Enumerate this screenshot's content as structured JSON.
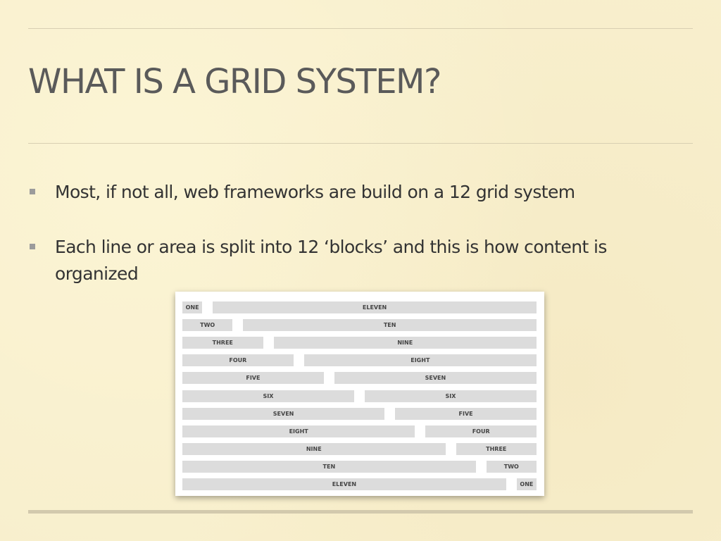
{
  "slide": {
    "title": "WHAT IS A GRID SYSTEM?",
    "bullets": [
      "Most, if not all, web frameworks are build on a 12 grid system",
      "Each line or area is split into 12 ‘blocks’ and this is how content is organized"
    ]
  },
  "grid_figure": {
    "rows": [
      {
        "left": "ONE",
        "right": "ELEVEN",
        "left_span": 1
      },
      {
        "left": "TWO",
        "right": "TEN",
        "left_span": 2
      },
      {
        "left": "THREE",
        "right": "NINE",
        "left_span": 3
      },
      {
        "left": "FOUR",
        "right": "EIGHT",
        "left_span": 4
      },
      {
        "left": "FIVE",
        "right": "SEVEN",
        "left_span": 5
      },
      {
        "left": "SIX",
        "right": "SIX",
        "left_span": 6
      },
      {
        "left": "SEVEN",
        "right": "FIVE",
        "left_span": 7
      },
      {
        "left": "EIGHT",
        "right": "FOUR",
        "left_span": 8
      },
      {
        "left": "NINE",
        "right": "THREE",
        "left_span": 9
      },
      {
        "left": "TEN",
        "right": "TWO",
        "left_span": 10
      },
      {
        "left": "ELEVEN",
        "right": "ONE",
        "left_span": 11
      }
    ]
  }
}
